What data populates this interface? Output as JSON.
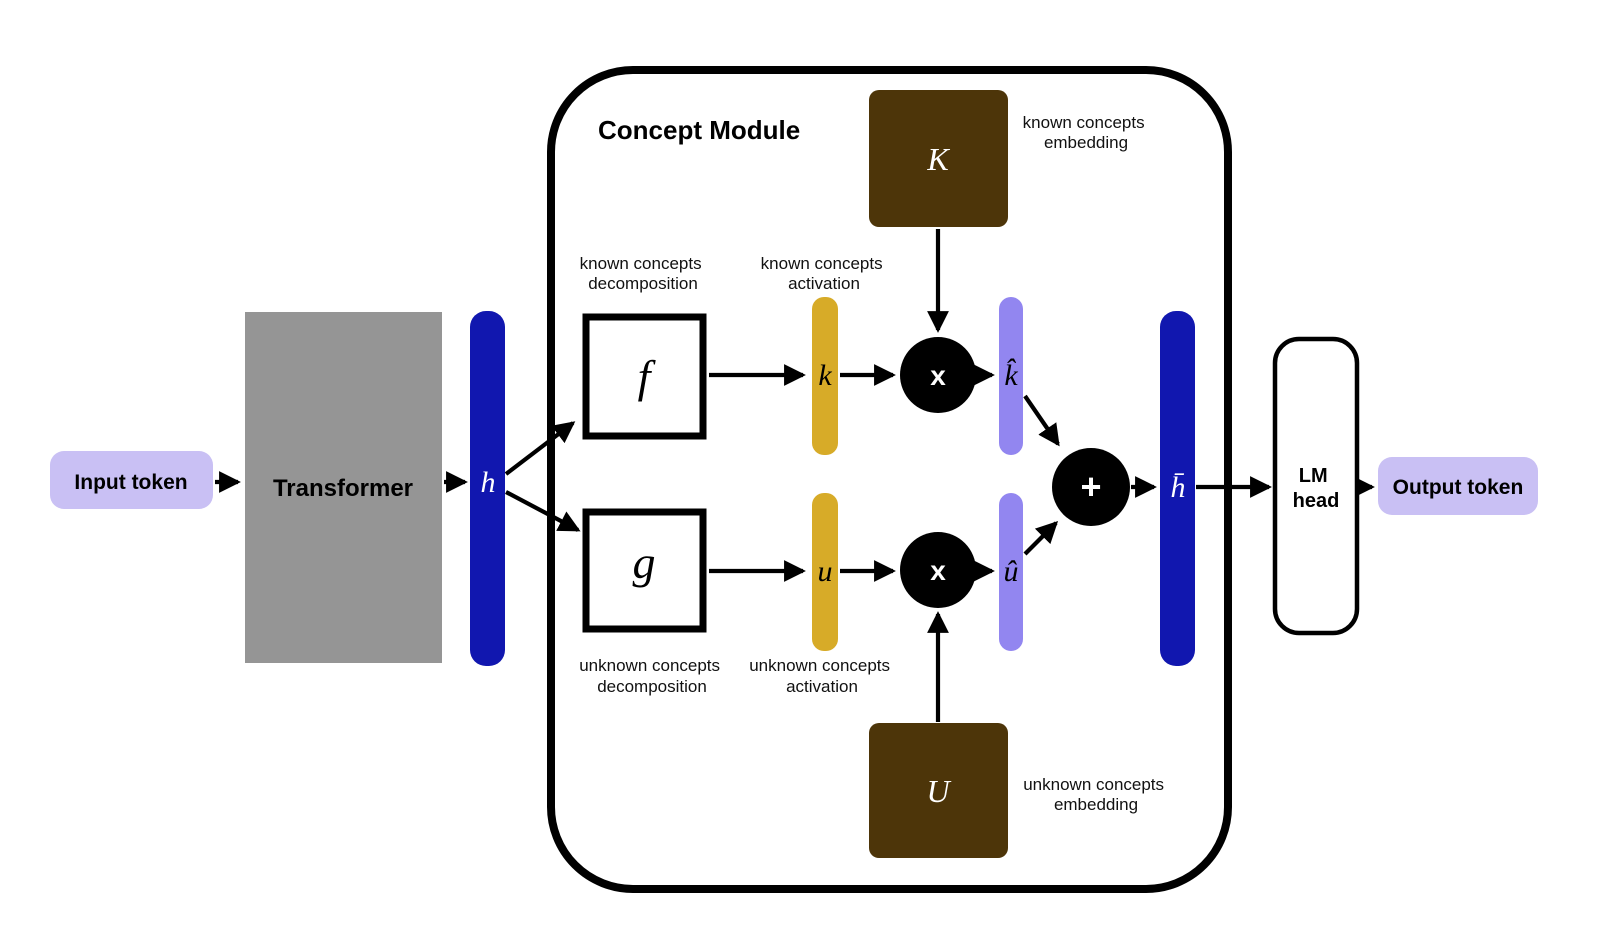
{
  "title": "Concept Module",
  "colors": {
    "token_fill": "#C9C0F4",
    "transformer_fill": "#959595",
    "hidden_bar_fill": "#1117AF",
    "activation_bar_fill": "#D7AB28",
    "concept_bar_fill": "#9286F0",
    "embedding_fill": "#4D3509",
    "operator_fill": "#000000",
    "box_fill": "#FFFFFF",
    "outline": "#000000",
    "background": "#FFFFFF"
  },
  "nodes": {
    "input_token": "Input token",
    "transformer": "Transformer",
    "hidden_state": "h",
    "f_function": "f",
    "g_function": "g",
    "known_activation_vec": "k",
    "unknown_activation_vec": "u",
    "known_embedding_matrix": "K",
    "unknown_embedding_matrix": "U",
    "known_concept_vec": "k̂",
    "unknown_concept_vec": "û",
    "recomposed_hidden": "h̄",
    "multiply_op": "x",
    "add_op": "+",
    "lm_head": [
      "LM",
      "head"
    ],
    "output_token": "Output token"
  },
  "annotations": {
    "known_embedding": [
      "known concepts",
      "embedding"
    ],
    "known_decomposition": [
      "known concepts",
      "decomposition"
    ],
    "known_activation": [
      "known concepts",
      "activation"
    ],
    "unknown_decomposition": [
      "unknown concepts",
      "decomposition"
    ],
    "unknown_activation": [
      "unknown concepts",
      "activation"
    ],
    "unknown_embedding": [
      "unknown concepts",
      "embedding"
    ]
  }
}
